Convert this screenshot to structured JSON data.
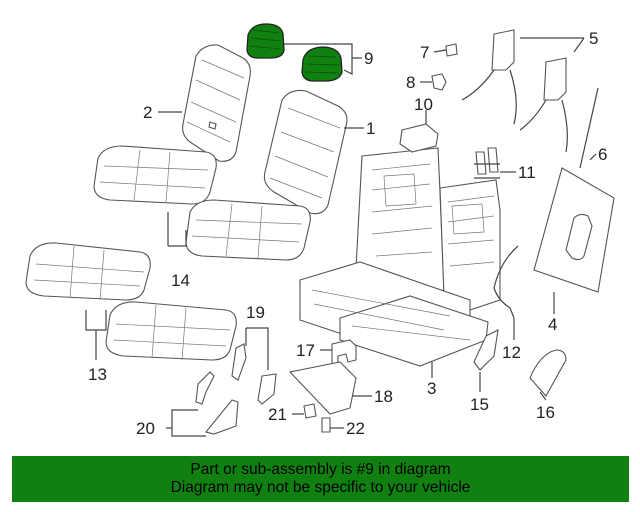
{
  "diagram": {
    "callouts": [
      "1",
      "2",
      "3",
      "4",
      "5",
      "6",
      "7",
      "8",
      "9",
      "10",
      "11",
      "12",
      "13",
      "14",
      "15",
      "16",
      "17",
      "18",
      "19",
      "20",
      "21",
      "22"
    ],
    "highlight_color": "#108010"
  },
  "banner": {
    "line1": "Part or sub-assembly is #9 in diagram",
    "line2": "Diagram may not be specific to your vehicle",
    "background": "#108010"
  }
}
